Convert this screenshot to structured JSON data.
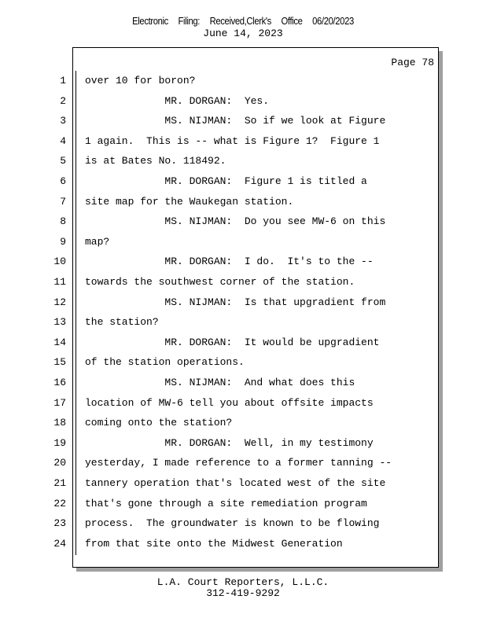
{
  "header": {
    "filing": [
      "Electronic",
      "Filing:",
      "Received,Clerk's",
      "Office",
      "06/20/2023"
    ],
    "date": "June 14, 2023"
  },
  "page_label": "Page 78",
  "lines": [
    {
      "n": "1",
      "t": "over 10 for boron?"
    },
    {
      "n": "2",
      "t": "             MR. DORGAN:  Yes."
    },
    {
      "n": "3",
      "t": "             MS. NIJMAN:  So if we look at Figure"
    },
    {
      "n": "4",
      "t": "1 again.  This is -- what is Figure 1?  Figure 1"
    },
    {
      "n": "5",
      "t": "is at Bates No. 118492."
    },
    {
      "n": "6",
      "t": "             MR. DORGAN:  Figure 1 is titled a"
    },
    {
      "n": "7",
      "t": "site map for the Waukegan station."
    },
    {
      "n": "8",
      "t": "             MS. NIJMAN:  Do you see MW-6 on this"
    },
    {
      "n": "9",
      "t": "map?"
    },
    {
      "n": "10",
      "t": "             MR. DORGAN:  I do.  It's to the --"
    },
    {
      "n": "11",
      "t": "towards the southwest corner of the station."
    },
    {
      "n": "12",
      "t": "             MS. NIJMAN:  Is that upgradient from"
    },
    {
      "n": "13",
      "t": "the station?"
    },
    {
      "n": "14",
      "t": "             MR. DORGAN:  It would be upgradient"
    },
    {
      "n": "15",
      "t": "of the station operations."
    },
    {
      "n": "16",
      "t": "             MS. NIJMAN:  And what does this"
    },
    {
      "n": "17",
      "t": "location of MW-6 tell you about offsite impacts"
    },
    {
      "n": "18",
      "t": "coming onto the station?"
    },
    {
      "n": "19",
      "t": "             MR. DORGAN:  Well, in my testimony"
    },
    {
      "n": "20",
      "t": "yesterday, I made reference to a former tanning --"
    },
    {
      "n": "21",
      "t": "tannery operation that's located west of the site"
    },
    {
      "n": "22",
      "t": "that's gone through a site remediation program"
    },
    {
      "n": "23",
      "t": "process.  The groundwater is known to be flowing"
    },
    {
      "n": "24",
      "t": "from that site onto the Midwest Generation"
    }
  ],
  "footer": {
    "company": "L.A. Court Reporters, L.L.C.",
    "phone": "312-419-9292"
  }
}
